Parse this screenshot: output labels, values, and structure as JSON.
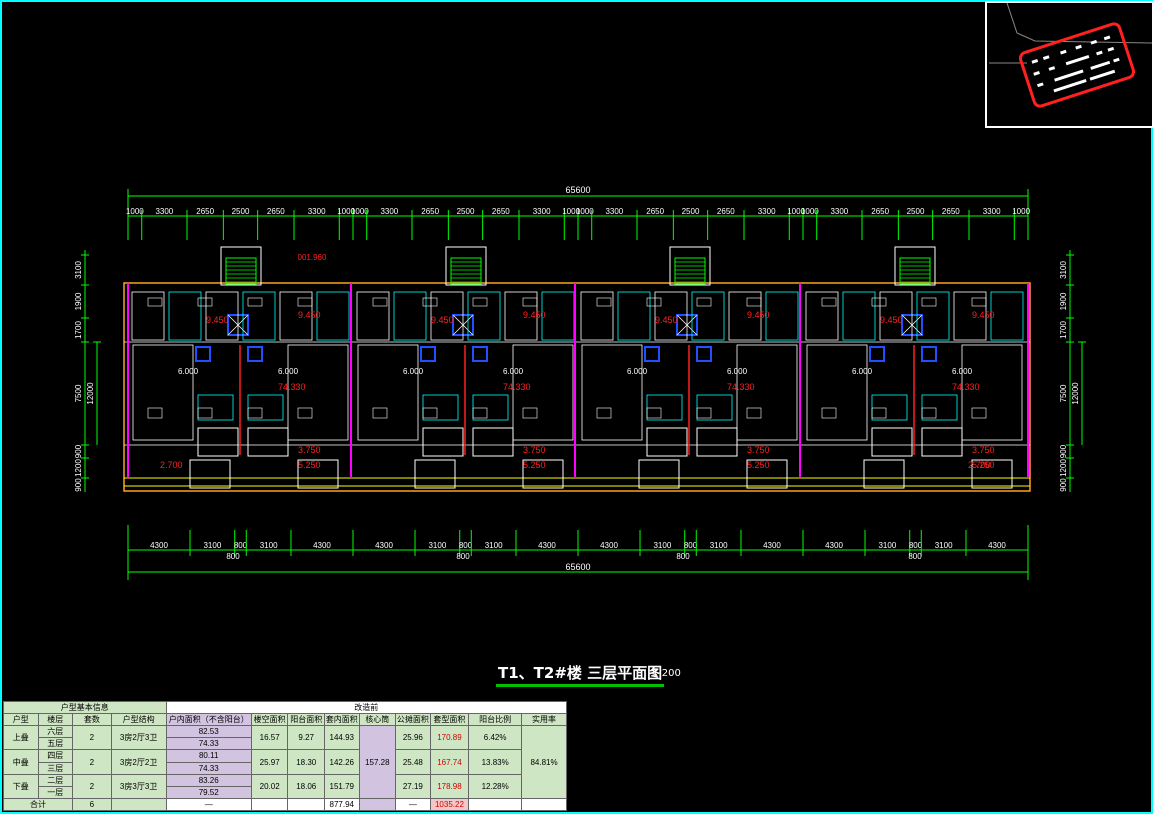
{
  "overall_dim": "65600",
  "top_segments": [
    "1000",
    "3300",
    "2650",
    "2500",
    "2650",
    "3300",
    "1000",
    "1000",
    "3300",
    "2650",
    "2500",
    "2650",
    "3300",
    "1000",
    "1000",
    "3300",
    "2650",
    "2500",
    "2650",
    "3300",
    "1000",
    "1000",
    "3300",
    "2650",
    "2500",
    "2650",
    "3300",
    "1000"
  ],
  "bottom_segments": [
    "4300",
    "3100",
    "800",
    "3100",
    "4300",
    "4300",
    "3100",
    "800",
    "3100",
    "4300",
    "4300",
    "3100",
    "800",
    "3100",
    "4300",
    "4300",
    "3100",
    "800",
    "3100",
    "4300"
  ],
  "bottom_sub": [
    "800",
    "800",
    "800",
    "800"
  ],
  "side_dims": [
    "3100",
    "1900",
    "1700",
    "12000",
    "7500",
    "900",
    "1200",
    "900"
  ],
  "plan_labels": {
    "stair_area": "001.960",
    "lvl_a": "9.450",
    "lvl_b": "6.000",
    "lvl_c": "74.330",
    "lvl_d": "2.700",
    "lvl_e": "3.750",
    "lvl_f": "5.250"
  },
  "drawing_title": "T1、T2#楼 三层平面图",
  "drawing_scale": "1:200",
  "table": {
    "section_left": "户型基本信息",
    "section_right": "改造前",
    "headers": [
      "户型",
      "楼层",
      "套数",
      "户型结构",
      "户内面积（不含阳台）",
      "楼空面积",
      "阳台面积",
      "套内面积",
      "核心筒",
      "公摊面积",
      "套型面积",
      "阳台比例",
      "实用率"
    ],
    "rows": [
      {
        "type": "上叠",
        "floors": [
          "六层",
          "五层"
        ],
        "count": "2",
        "structure": "3房2厅3卫",
        "inner": [
          "82.53",
          "74.33"
        ],
        "void": "16.57",
        "balcony": "9.27",
        "suite": "144.93",
        "shared": "25.96",
        "total": "170.89",
        "ratio": "6.42%"
      },
      {
        "type": "中叠",
        "floors": [
          "四层",
          "三层"
        ],
        "count": "2",
        "structure": "3房2厅2卫",
        "inner": [
          "80.11",
          "74.33"
        ],
        "void": "25.97",
        "balcony": "18.30",
        "suite": "142.26",
        "shared": "25.48",
        "total": "167.74",
        "ratio": "13.83%"
      },
      {
        "type": "下叠",
        "floors": [
          "二层",
          "一层"
        ],
        "count": "2",
        "structure": "3房3厅3卫",
        "inner": [
          "83.26",
          "79.52"
        ],
        "void": "20.02",
        "balcony": "18.06",
        "suite": "151.79",
        "shared": "27.19",
        "total": "178.98",
        "ratio": "12.28%"
      }
    ],
    "core": "157.28",
    "usable": "84.81%",
    "total_row": {
      "label": "合计",
      "count": "6",
      "inner": "—",
      "suite": "877.94",
      "shared": "—",
      "total": "1035.22"
    }
  }
}
